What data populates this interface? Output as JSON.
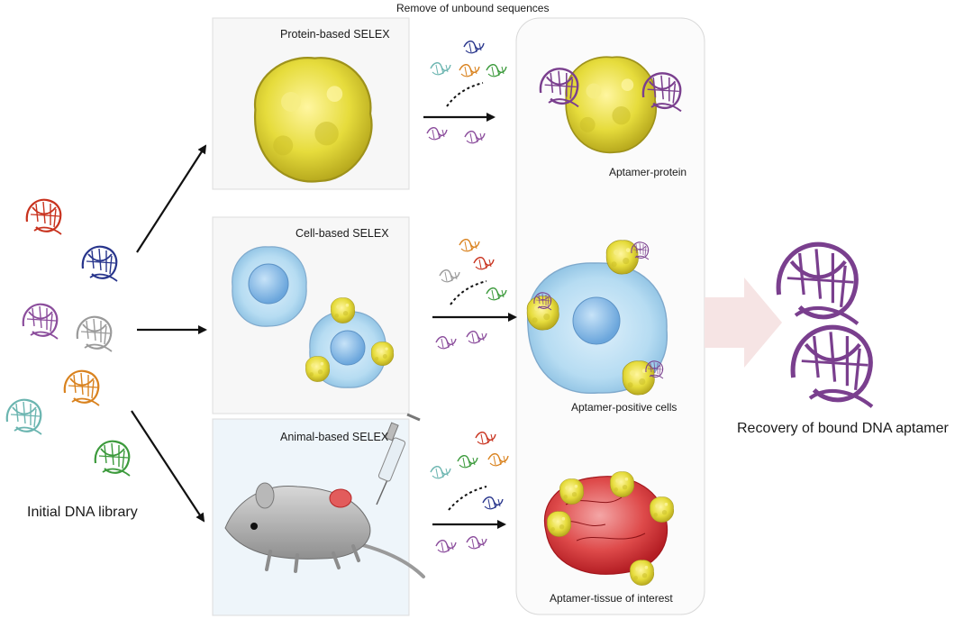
{
  "top_label": "Remove of unbound sequences",
  "library_label": "Initial DNA library",
  "recovery_label": "Recovery of bound DNA aptamer",
  "panels": [
    {
      "title": "Protein-based SELEX",
      "result": "Aptamer-protein"
    },
    {
      "title": "Cell-based SELEX",
      "result": "Aptamer-positive cells"
    },
    {
      "title": "Animal-based SELEX",
      "result": "Aptamer-tissue of interest"
    }
  ],
  "colors": {
    "dna": [
      "#c8321e",
      "#28358c",
      "#8b4d9c",
      "#9a9a9a",
      "#d9821e",
      "#6bb5b0",
      "#3c9a3c"
    ],
    "aptamer": "#7a3f8e",
    "protein": "#e6e04a",
    "cell": "#a9d6ef",
    "nucleus": "#7fb8e6",
    "tissue": "#d8282e",
    "mouse": "#a6a6a6",
    "recovery_arrow": "#f6e4e4"
  }
}
